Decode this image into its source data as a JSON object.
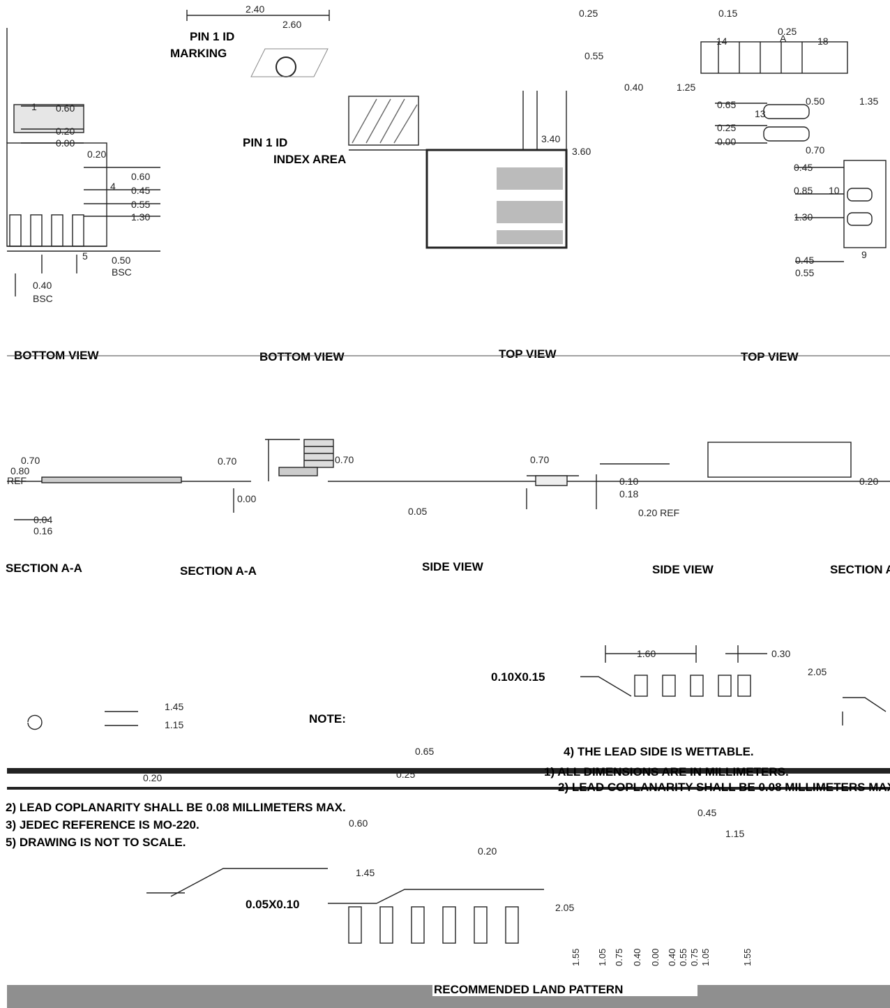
{
  "titles": {
    "bottom_view": "BOTTOM VIEW",
    "top_view": "TOP VIEW",
    "section_aa": "SECTION A-A",
    "side_view": "SIDE VIEW",
    "note_heading": "NOTE:",
    "land_pattern": "RECOMMENDED LAND PATTERN"
  },
  "labels": {
    "pin1_marking_line1": "PIN 1 ID",
    "pin1_marking_line2": "MARKING",
    "pin1_index_line1": "PIN 1 ID",
    "pin1_index_line2": "INDEX AREA",
    "fillet_large": "0.10X0.15",
    "fillet_small": "0.05X0.10",
    "section_marker": "A"
  },
  "notes": [
    "1) ALL DIMENSIONS ARE IN MILLIMETERS.",
    "2) LEAD COPLANARITY SHALL BE 0.08 MILLIMETERS MAX.",
    "3) JEDEC REFERENCE IS MO-220.",
    "4) THE LEAD SIDE IS WETTABLE.",
    "5) DRAWING IS NOT TO SCALE."
  ],
  "dims": {
    "top_240": "2.40",
    "top_260": "2.60",
    "top_340": "3.40",
    "top_360": "3.60",
    "d060": "0.60",
    "d020": "0.20",
    "d000": "0.00",
    "d045": "0.45",
    "d055": "0.55",
    "d130": "1.30",
    "d050": "0.50",
    "d040": "0.40",
    "bsc": "BSC",
    "d025": "0.25",
    "d015": "0.15",
    "d065": "0.65",
    "d070": "0.70",
    "d080": "0.80",
    "d085": "0.85",
    "d135": "1.35",
    "d125": "1.25",
    "ref": "REF",
    "d004": "0.04",
    "d016": "0.16",
    "d005": "0.05",
    "d010": "0.10",
    "d018": "0.18",
    "d020ref": "0.20 REF",
    "lp160": "1.60",
    "lp030": "0.30",
    "lp205": "2.05",
    "lp145": "1.45",
    "lp115": "1.15",
    "lp155": "1.55"
  },
  "pins": {
    "p1": "1",
    "p4": "4",
    "p5": "5",
    "p9": "9",
    "p10": "10",
    "p13": "13",
    "p14": "14",
    "p18": "18"
  },
  "lp_vertical": [
    "1.55",
    "1.05",
    "0.75",
    "0.40",
    "0.00",
    "0.40",
    "0.55",
    "0.75",
    "1.05",
    "1.55"
  ]
}
